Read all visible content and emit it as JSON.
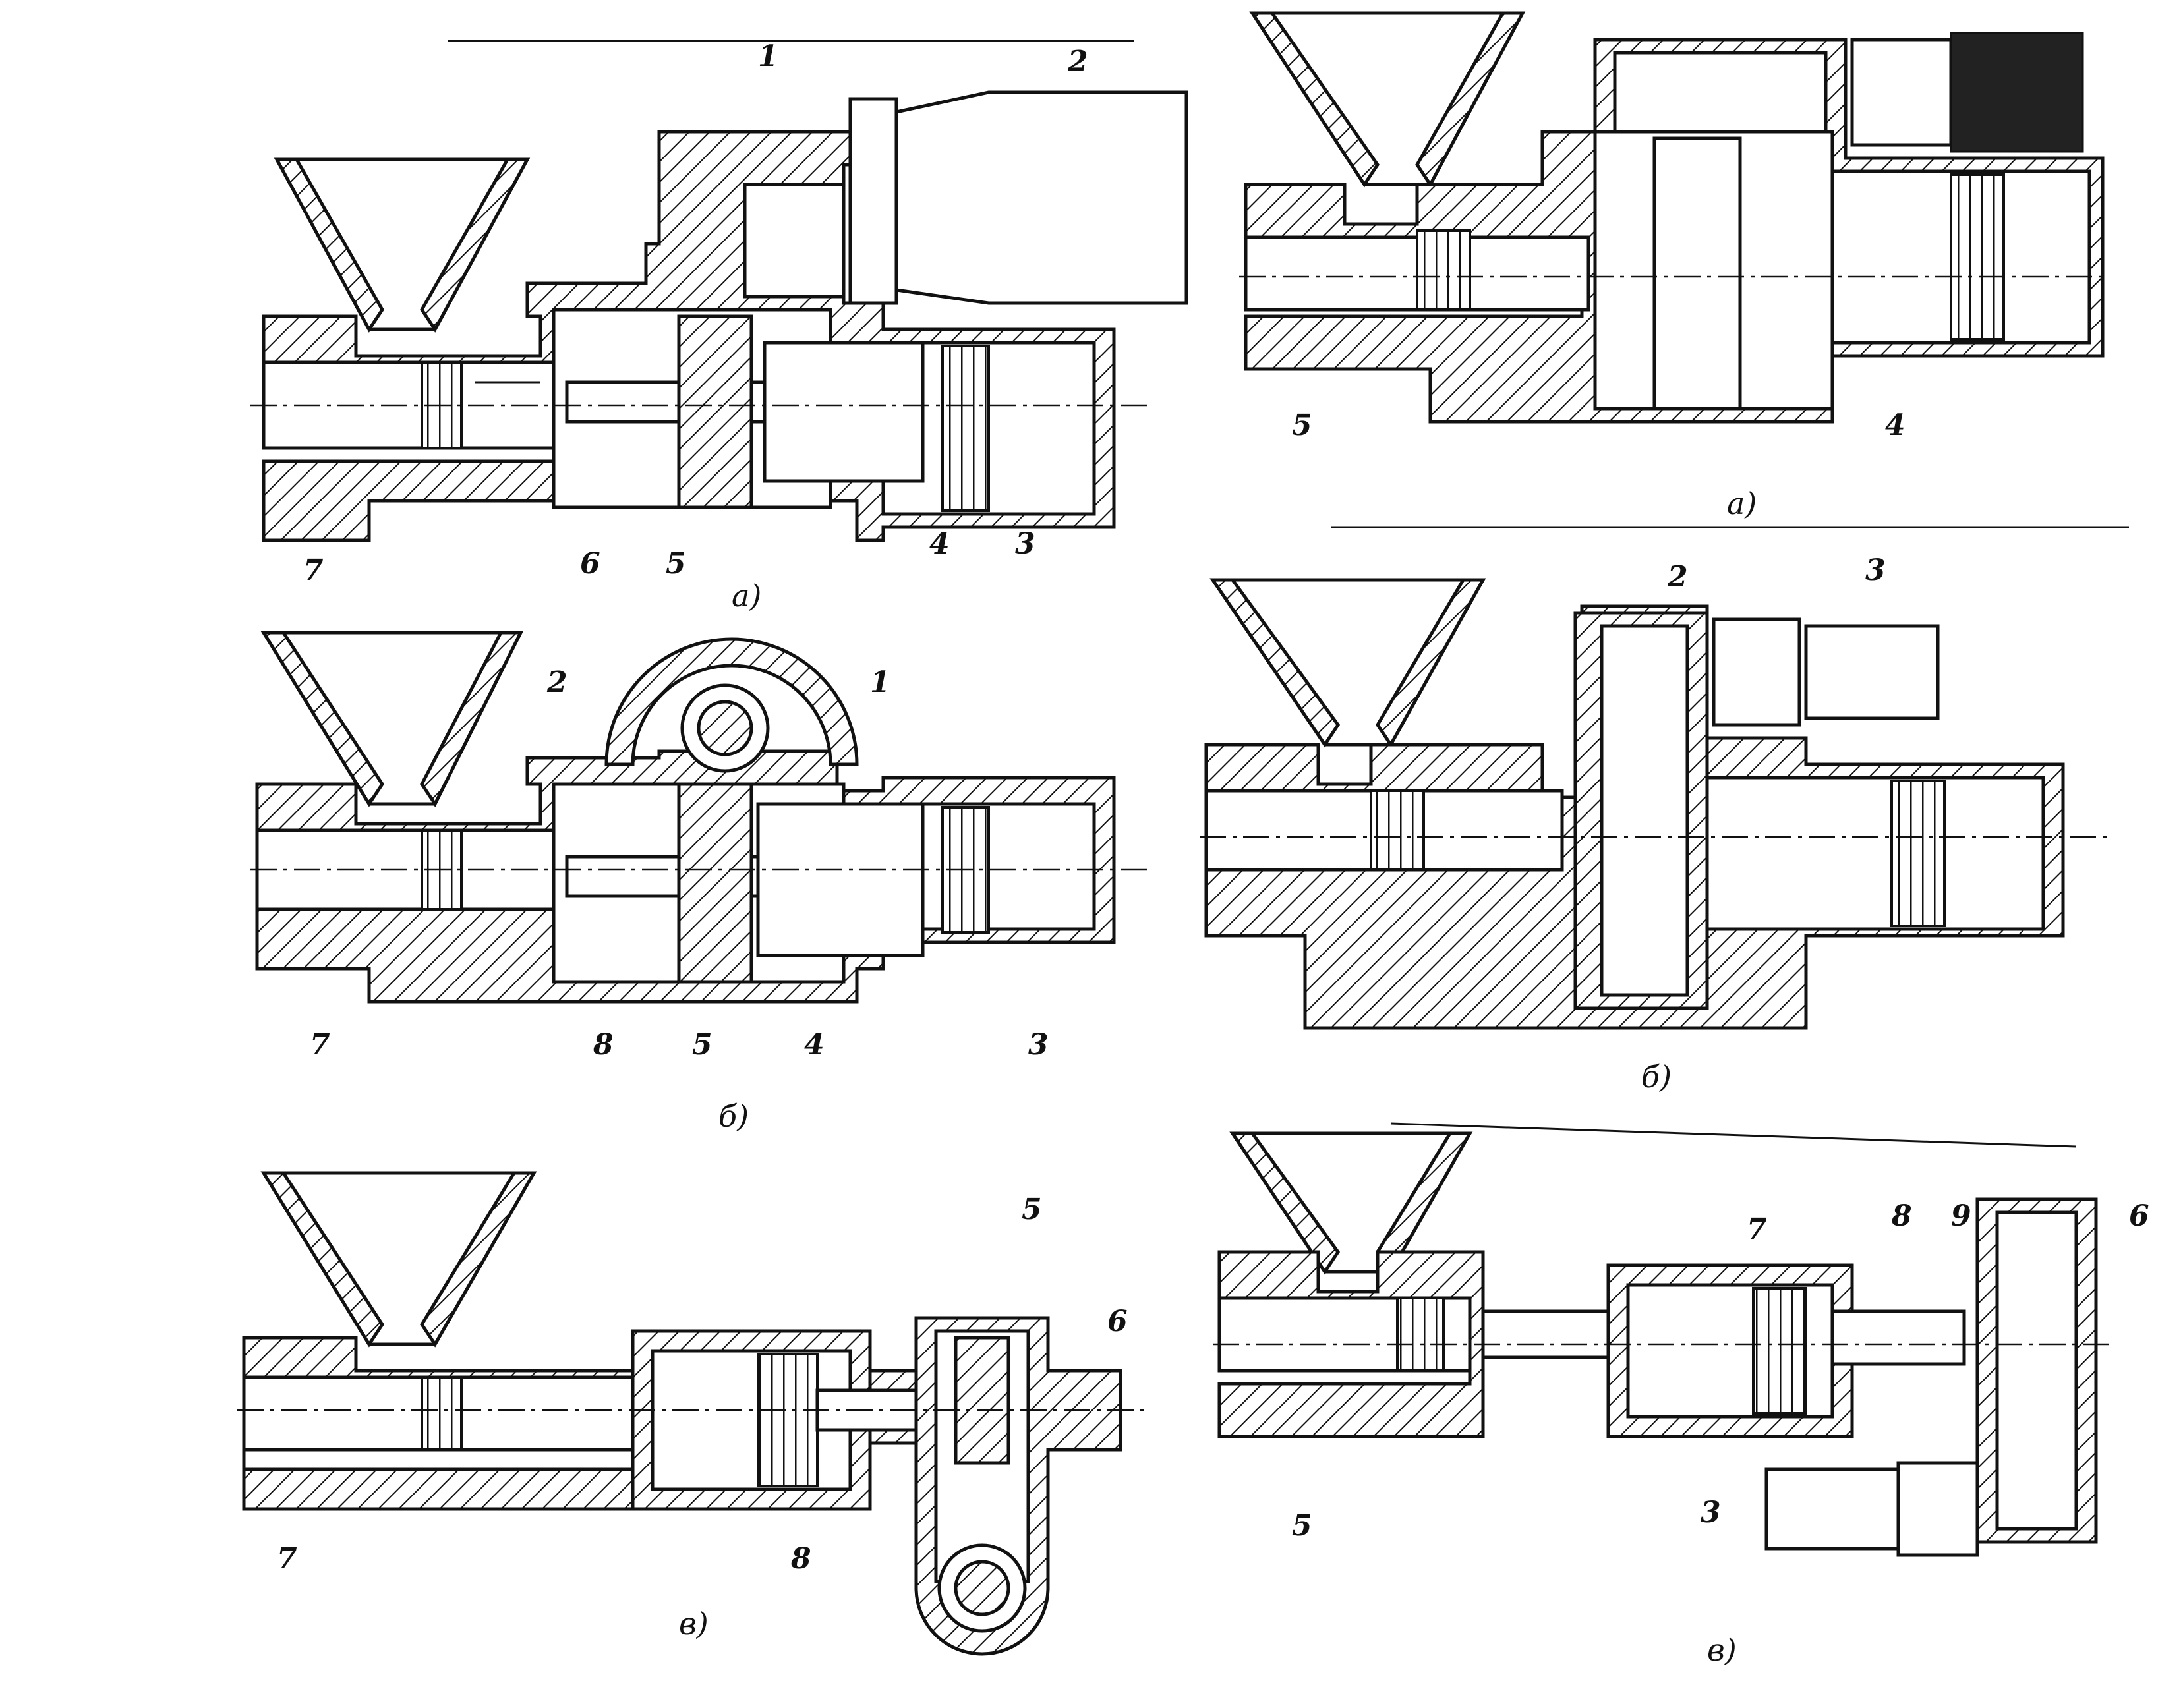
{
  "panels": [
    {
      "id": "left-a",
      "caption": "а)",
      "labels": [
        "1",
        "2",
        "3",
        "4",
        "5",
        "6",
        "7"
      ]
    },
    {
      "id": "left-b",
      "caption": "б)",
      "labels": [
        "1",
        "2",
        "3",
        "4",
        "5",
        "8",
        "7"
      ]
    },
    {
      "id": "left-v",
      "caption": "в)",
      "labels": [
        "5",
        "6",
        "7",
        "8"
      ]
    },
    {
      "id": "right-a",
      "caption": "а)",
      "labels": [
        "4",
        "5"
      ]
    },
    {
      "id": "right-b",
      "caption": "б)",
      "labels": [
        "2",
        "3"
      ]
    },
    {
      "id": "right-v",
      "caption": "в)",
      "labels": [
        "3",
        "5",
        "6",
        "7",
        "8",
        "9"
      ]
    }
  ],
  "colors": {
    "ink": "#111111",
    "paper": "#ffffff"
  }
}
